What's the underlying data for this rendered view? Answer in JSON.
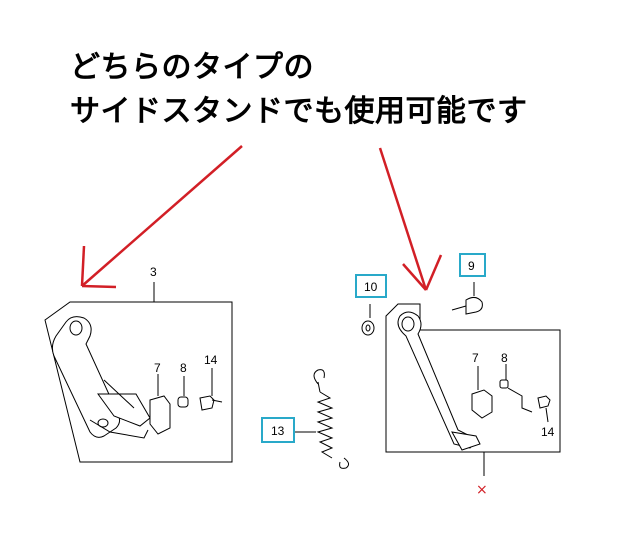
{
  "caption": {
    "line1": "どちらのタイプの",
    "line2": "サイドスタンドでも使用可能です"
  },
  "left_assembly": {
    "label_main": "3",
    "label_part7": "7",
    "label_part8": "8",
    "label_part14": "14"
  },
  "right_assembly": {
    "label_part7": "7",
    "label_part8": "8",
    "label_part14": "14",
    "mark_x": "×"
  },
  "boxed_labels": {
    "part9": "9",
    "part10": "10",
    "part13": "13",
    "box_color": "#29a9c9"
  },
  "colors": {
    "arrow": "#d21f26",
    "line": "#000000"
  }
}
